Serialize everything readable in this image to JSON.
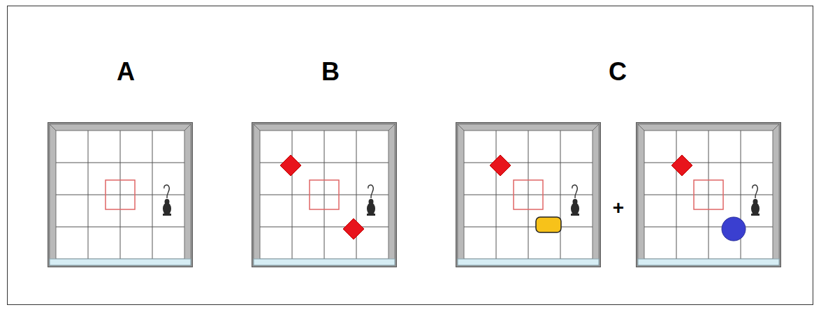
{
  "diagram": {
    "labels": [
      "A",
      "B",
      "C",
      "+"
    ]
  }
}
